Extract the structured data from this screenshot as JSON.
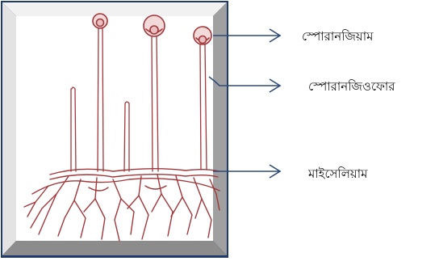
{
  "labels": {
    "sporangium": "স্পোরানজিয়াম",
    "sporangiophore": "স্পোরানজিওফোর",
    "mycelium": "মাইসেলিয়াম"
  },
  "colors": {
    "frame_outer": "#1f3b6e",
    "frame_bevel_light": "#f2f2f2",
    "frame_bevel_dark": "#9b9b9b",
    "fungus_stroke": "#a2373a",
    "arrow": "#2e4a7a"
  }
}
